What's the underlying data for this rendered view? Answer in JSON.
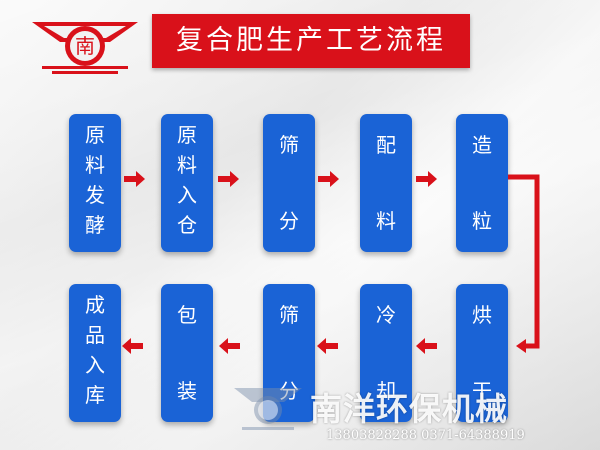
{
  "title": "复合肥生产工艺流程",
  "colors": {
    "title_bg": "#d9111a",
    "step_bg": "#1a63d6",
    "arrow": "#d9111a",
    "connector": "#d9111a"
  },
  "steps_row1": [
    {
      "label": [
        "原",
        "料",
        "发",
        "酵"
      ]
    },
    {
      "label": [
        "原",
        "料",
        "入",
        "仓"
      ]
    },
    {
      "label": [
        "筛",
        "分"
      ]
    },
    {
      "label": [
        "配",
        "料"
      ]
    },
    {
      "label": [
        "造",
        "粒"
      ]
    }
  ],
  "steps_row2": [
    {
      "label": [
        "成",
        "品",
        "入",
        "库"
      ]
    },
    {
      "label": [
        "包",
        "装"
      ]
    },
    {
      "label": [
        "筛",
        "分"
      ]
    },
    {
      "label": [
        "冷",
        "却"
      ]
    },
    {
      "label": [
        "烘",
        "干"
      ]
    }
  ],
  "watermark": {
    "company": "南洋环保机械",
    "phones": "13803828288   0371-64388919"
  }
}
